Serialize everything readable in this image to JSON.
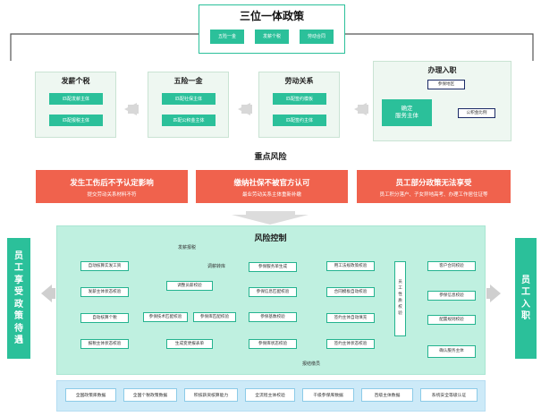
{
  "top": {
    "title": "三位一体政策",
    "items": [
      "五险一金",
      "发薪个税",
      "劳动合同"
    ]
  },
  "panels": {
    "tax": {
      "title": "发薪个税",
      "items": [
        "匹配发薪主体",
        "匹配报税主体"
      ]
    },
    "insurance": {
      "title": "五险一金",
      "items": [
        "匹配社保主体",
        "匹配公积金主体"
      ]
    },
    "labor": {
      "title": "劳动关系",
      "items": [
        "匹配签约模板",
        "匹配签约主体"
      ]
    },
    "onboard": {
      "title": "办理入职",
      "insured_area": "参保地区",
      "company_label": "公积金比例",
      "subject": "确定\n服务主体"
    }
  },
  "risk_title": "重点风险",
  "risks": [
    {
      "title": "发生工伤后不予认定影响",
      "sub": "提交劳动关系材料不符"
    },
    {
      "title": "缴纳社保不被官方认可",
      "sub": "最业劳动关系主体重新补缴"
    },
    {
      "title": "员工部分政策无法享受",
      "sub": "员工积分落户、子女异地高考、办理工作居住证等"
    }
  ],
  "control": {
    "title": "风险控制",
    "labels": {
      "payroll": "发薪报税",
      "adjust": "调薪转库",
      "insurance_result": "报结缴员"
    },
    "col1": [
      "自动核算实发工资",
      "发薪主体状态校验",
      "自动核算个税",
      "报税主体状态校验"
    ],
    "col2_top": "调整员薪校验",
    "col2_mid": [
      "参保技术匹配校验",
      "参保库匹配校验"
    ],
    "col2_bottom": "生成变更报表单",
    "col3": [
      "参保服务单生成",
      "参保信息匹配校验",
      "参保基数校验",
      "参保库状态校验"
    ],
    "col4": [
      "用工法规政策校验",
      "合同模板自动校验",
      "签约主体自动填充",
      "签约主体状态校验"
    ],
    "col5_vertical": "员工性质校验",
    "col6": [
      "客户合同校验",
      "参保信息校验",
      "配置规则校验",
      "确认服务主体"
    ]
  },
  "bottom": [
    "全国政策库数据",
    "全国个税政策数据",
    "积核薪资核算能力",
    "全流程主体校验",
    "千级参保库数据",
    "百级主体数据",
    "系统安全等级认证"
  ],
  "side_left": "员工享受政策待遇",
  "side_right": "员工入职"
}
